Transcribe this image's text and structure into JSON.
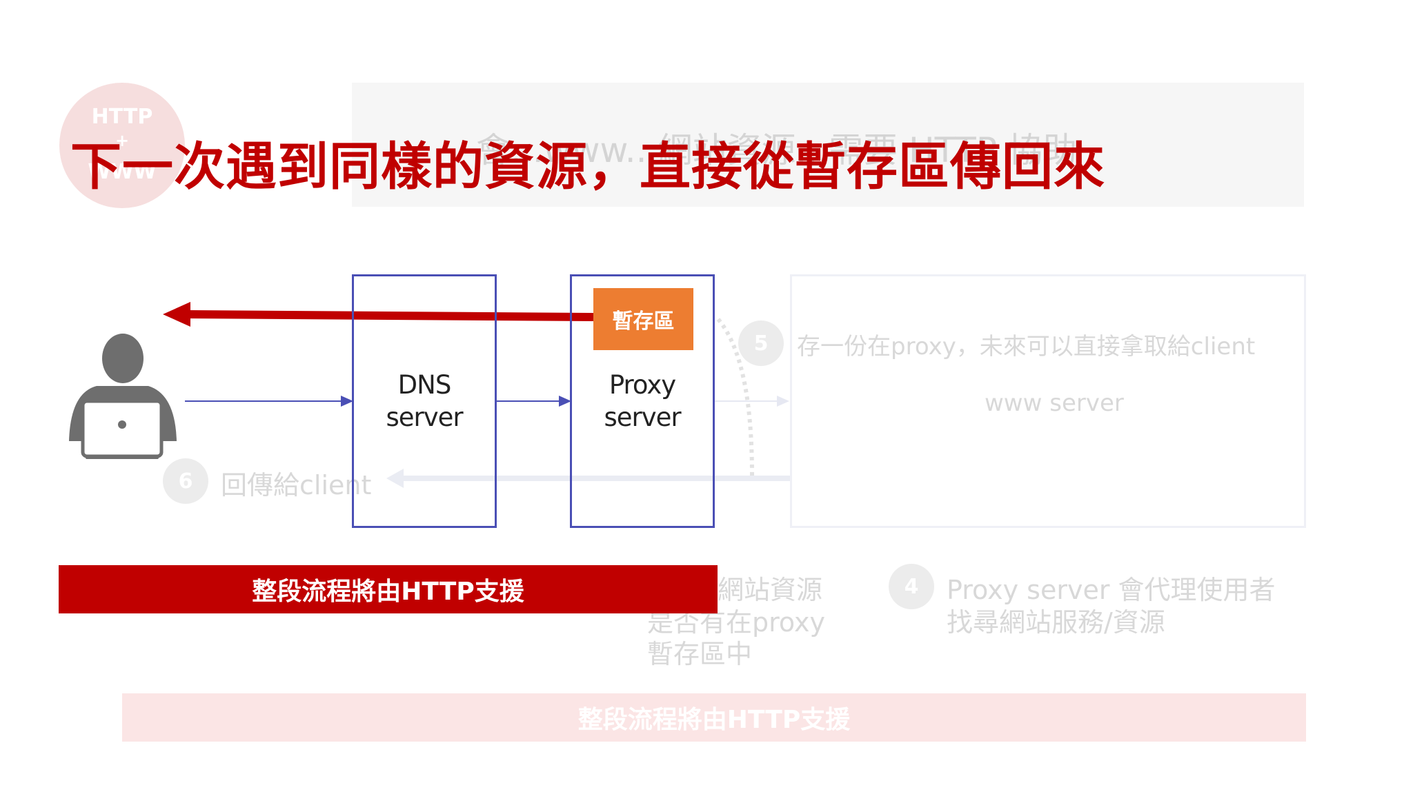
{
  "title": "下一次遇到同樣的資源，直接從暫存區傳回來",
  "logo": {
    "line1": "HTTP",
    "line2": "+",
    "line3": "WWW"
  },
  "ghost_title": "會...www...網站資源...需要 HTTP 協助",
  "nodes": {
    "dns": {
      "line1": "DNS",
      "line2": "server"
    },
    "proxy": {
      "line1": "Proxy",
      "line2": "server"
    },
    "cache": "暫存區",
    "www": "www server"
  },
  "steps": {
    "step5": {
      "num": "5",
      "text": "存一份在proxy，未來可以直接拿取給client"
    },
    "step6": {
      "num": "6",
      "text": "回傳給client"
    },
    "step4": {
      "num": "4",
      "line1": "Proxy server 會代理使用者",
      "line2": "找尋網站服務/資源"
    },
    "step3": {
      "line1": "網站資源",
      "line2": "是否有在proxy",
      "line3": "暫存區中"
    }
  },
  "banner": "整段流程將由HTTP支援",
  "ghost_banner": "整段流程將由HTTP支援",
  "colors": {
    "accent_red": "#c00000",
    "box_border": "#4a4fb5",
    "cache_orange": "#ed7d31"
  }
}
